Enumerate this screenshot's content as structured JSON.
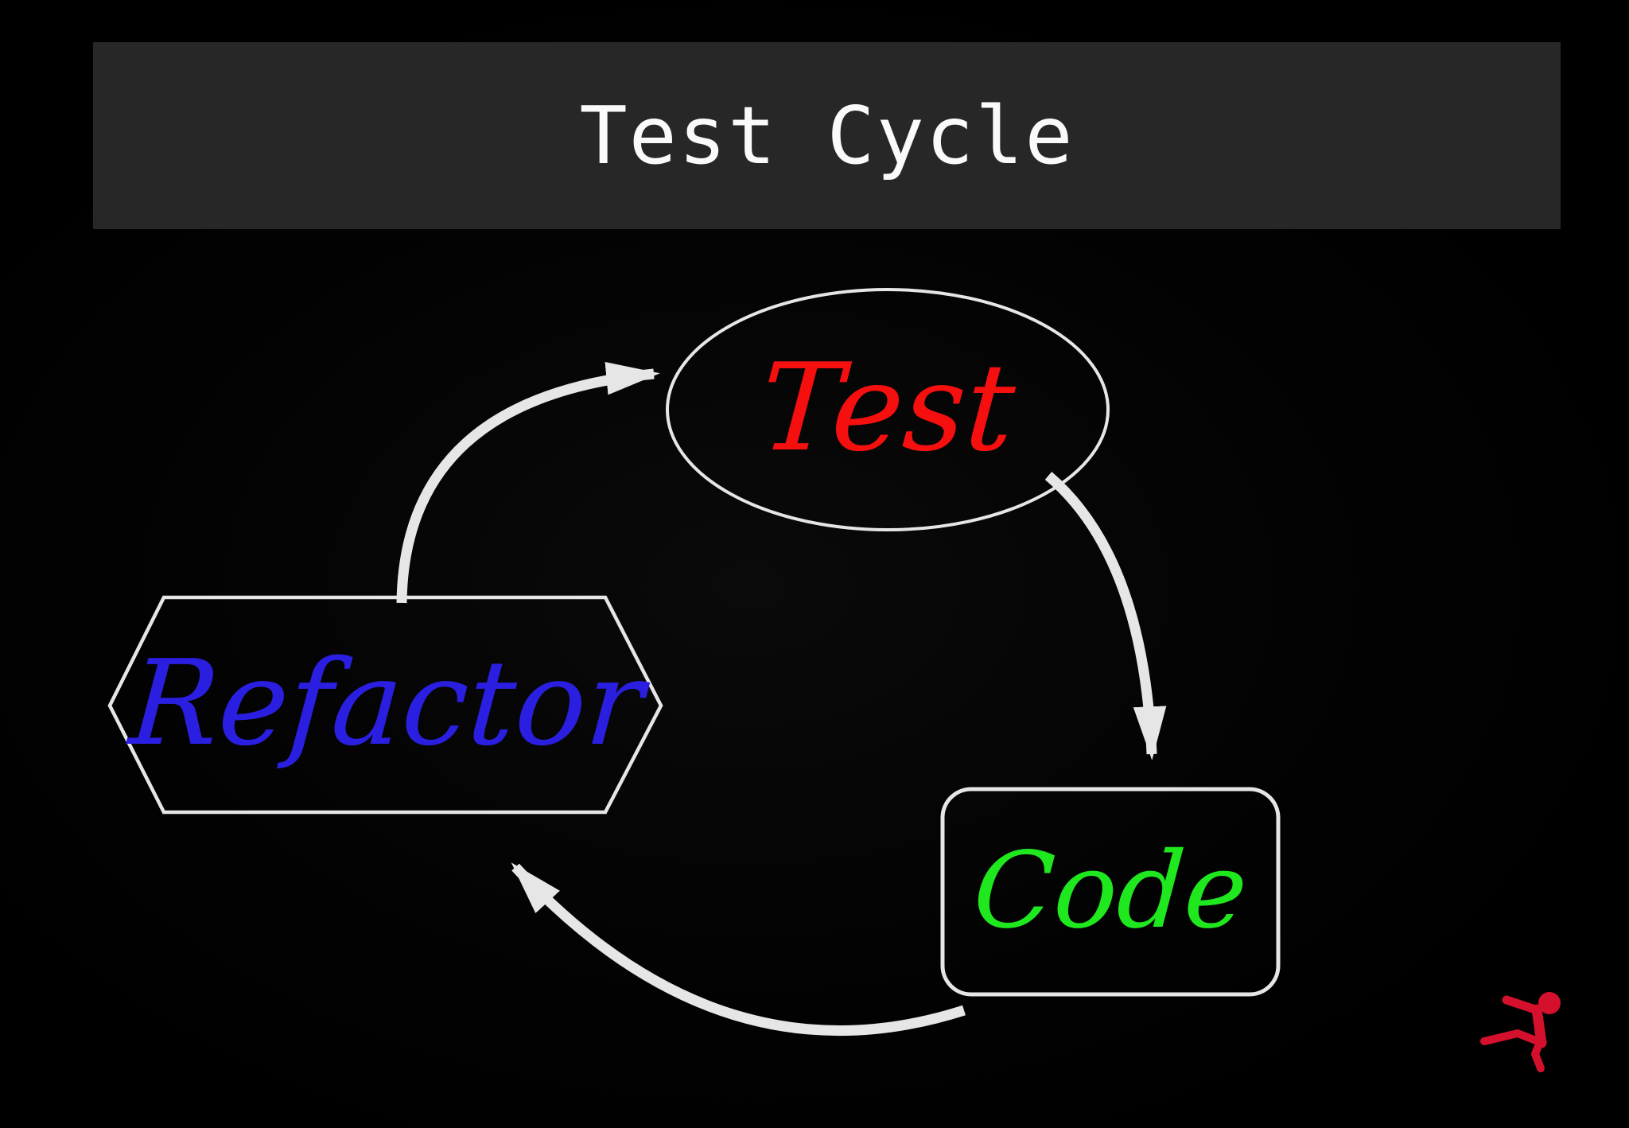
{
  "header": {
    "title": "Test Cycle"
  },
  "diagram": {
    "nodes": [
      {
        "label": "Test",
        "shape": "ellipse",
        "color": "#f50f0f"
      },
      {
        "label": "Code",
        "shape": "rounded-rectangle",
        "color": "#1fe81f"
      },
      {
        "label": "Refactor",
        "shape": "hexagon",
        "color": "#2a1fe0"
      }
    ],
    "flow": [
      "Test → Code",
      "Code → Refactor",
      "Refactor → Test"
    ]
  },
  "logo": {
    "icon": "running-figure-logo"
  },
  "colors": {
    "canvas_bg": "#000000",
    "header_bg": "#272727",
    "header_text": "#fafafa",
    "stroke_light": "#e6e6e6",
    "node_test": "#f50f0f",
    "node_code": "#1fe81f",
    "node_refactor": "#2a1fe0",
    "logo_red": "#d5102d"
  }
}
